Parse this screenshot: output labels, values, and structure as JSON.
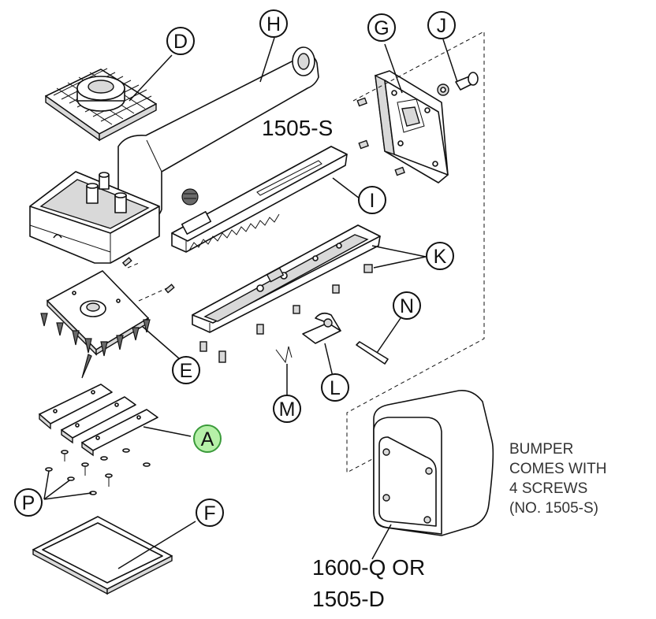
{
  "callouts": {
    "A": "A",
    "D": "D",
    "E": "E",
    "F": "F",
    "G": "G",
    "H": "H",
    "I": "I",
    "J": "J",
    "K": "K",
    "L": "L",
    "M": "M",
    "N": "N",
    "P": "P"
  },
  "labels": {
    "screw_part": "1505-S",
    "bumper_part_line1": "1600-Q OR",
    "bumper_part_line2": "1505-D"
  },
  "note": {
    "line1": "BUMPER",
    "line2": "COMES WITH",
    "line3": "4 SCREWS",
    "line4": "(NO. 1505-S)"
  },
  "colors": {
    "highlight_fill": "#b6f0a8",
    "highlight_stroke": "#3a9a3a",
    "line": "#111111"
  }
}
